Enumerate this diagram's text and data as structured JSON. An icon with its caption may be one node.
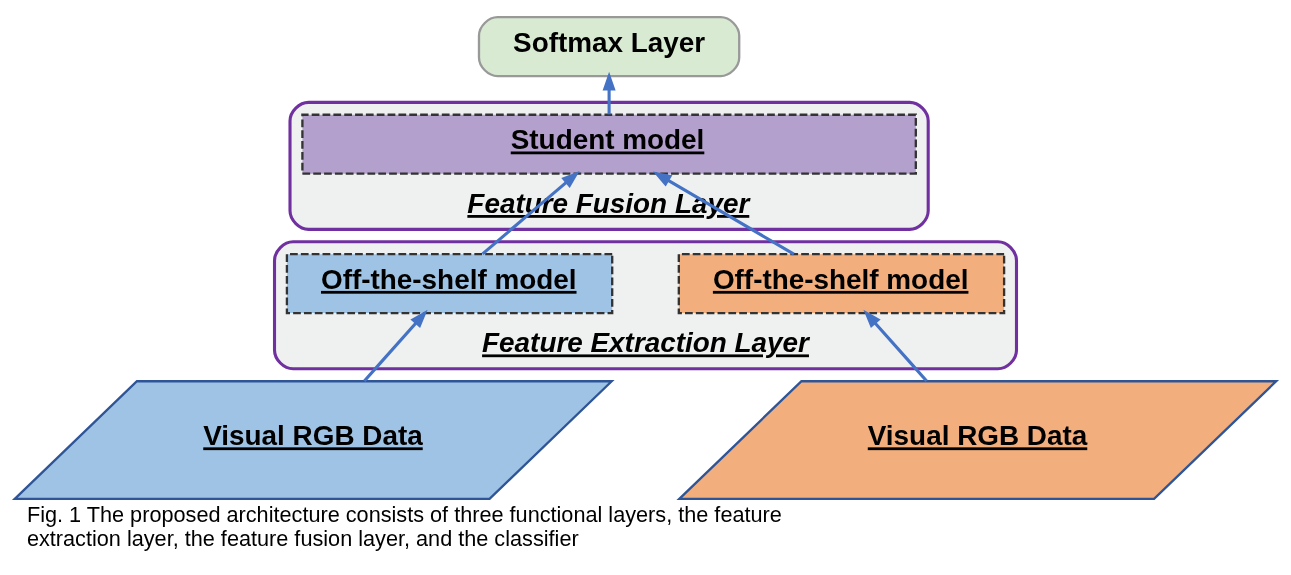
{
  "diagram": {
    "caption": "Fig. 1 The proposed architecture consists of three functional layers, the feature extraction layer, the feature fusion layer, and the classifier",
    "nodes": [
      {
        "text": [
          "Softmax Layer"
        ]
      },
      {
        "text": [
          "Feature Fusion Layer"
        ]
      },
      {
        "text": [
          "Student model"
        ],
        "in": 1
      },
      {
        "text": [
          "Feature Extraction Layer"
        ]
      },
      {
        "text": [
          "Off-the-shelf model"
        ],
        "in": 3
      },
      {
        "text": [
          "Off-the-shelf model"
        ],
        "in": 3
      },
      {
        "text": [
          "Visual RGB Data"
        ]
      },
      {
        "text": [
          "Visual RGB Data"
        ]
      }
    ],
    "edges": [
      {
        "from": 6,
        "to": 4,
        "arrow": "to"
      },
      {
        "from": 7,
        "to": 5,
        "arrow": "to"
      },
      {
        "from": 4,
        "to": 2,
        "arrow": "to"
      },
      {
        "from": 5,
        "to": 2,
        "arrow": "to"
      },
      {
        "from": 2,
        "to": 0,
        "arrow": "to"
      }
    ]
  }
}
